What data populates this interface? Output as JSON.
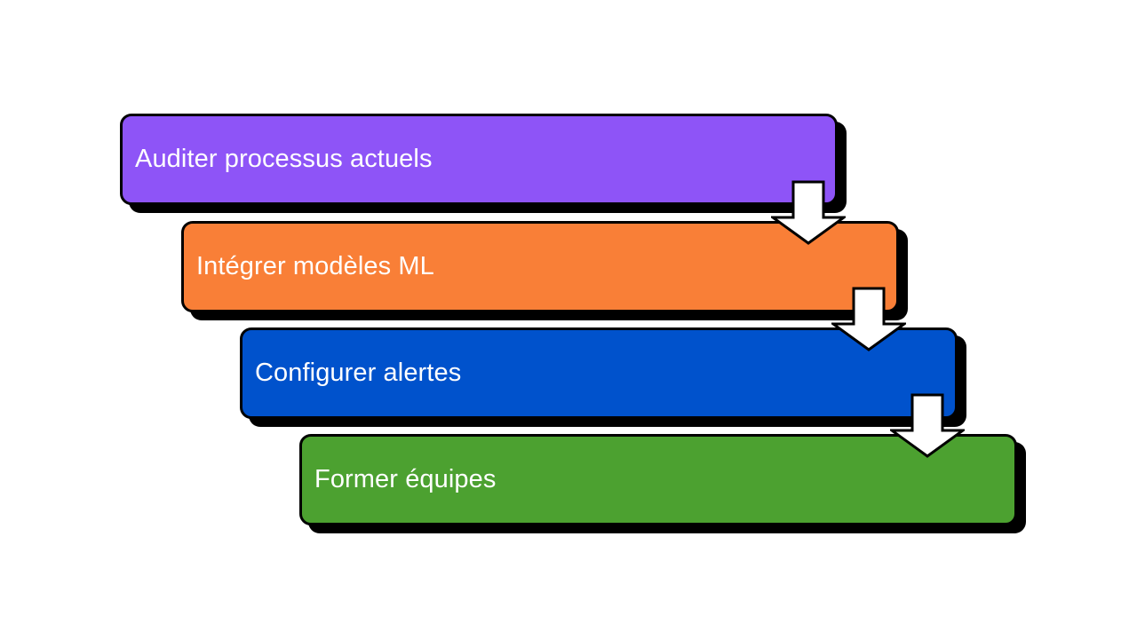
{
  "diagram": {
    "type": "staircase-process-flow",
    "orientation": "vertical-cascading",
    "background_color": "#ffffff",
    "steps": [
      {
        "order": 1,
        "label": "Auditer processus actuels",
        "fill_color": "#8E54F7",
        "color_name": "purple",
        "text_color": "#ffffff",
        "border_color": "#000000",
        "shadow_color": "#000000"
      },
      {
        "order": 2,
        "label": "Intégrer modèles ML",
        "fill_color": "#F97F37",
        "color_name": "orange",
        "text_color": "#ffffff",
        "border_color": "#000000",
        "shadow_color": "#000000"
      },
      {
        "order": 3,
        "label": "Configurer alertes",
        "fill_color": "#0052CC",
        "color_name": "blue",
        "text_color": "#ffffff",
        "border_color": "#000000",
        "shadow_color": "#000000"
      },
      {
        "order": 4,
        "label": "Former équipes",
        "fill_color": "#4CA130",
        "color_name": "green",
        "text_color": "#ffffff",
        "border_color": "#000000",
        "shadow_color": "#000000"
      }
    ],
    "connectors": [
      {
        "order": 1,
        "icon": "arrow-down-icon",
        "from_step": 1,
        "to_step": 2,
        "fill_color": "#ffffff",
        "outline_color": "#000000"
      },
      {
        "order": 2,
        "icon": "arrow-down-icon",
        "from_step": 2,
        "to_step": 3,
        "fill_color": "#ffffff",
        "outline_color": "#000000"
      },
      {
        "order": 3,
        "icon": "arrow-down-icon",
        "from_step": 3,
        "to_step": 4,
        "fill_color": "#ffffff",
        "outline_color": "#000000"
      }
    ]
  }
}
